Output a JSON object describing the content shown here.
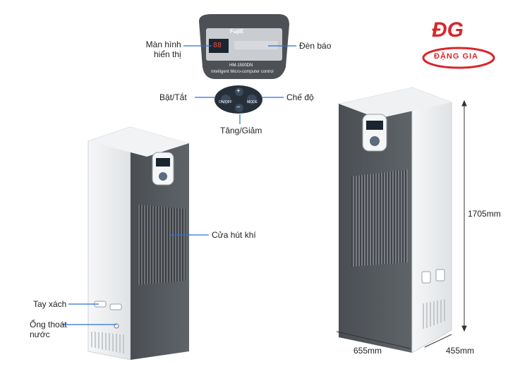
{
  "brand": {
    "logo_letters": "ĐG",
    "logo_name": "ĐẶNG GIA",
    "accent_color": "#d8262b"
  },
  "control_panel": {
    "panel_brand": "FujiE",
    "model": "HM-1500DN",
    "caption": "Intelligent Micro-computer control",
    "display_digits": "88",
    "buttons": {
      "onoff": "ON/OFF",
      "mode": "MODE",
      "plus": "+",
      "minus": "−"
    }
  },
  "labels": {
    "display": [
      "Màn hình",
      "hiển thị"
    ],
    "indicator": "Đèn báo",
    "power": "Bật/Tắt",
    "mode": "Chế độ",
    "adjust": "Tăng/Giảm",
    "air_intake": "Cửa hút khí",
    "handle": "Tay xách",
    "drain": [
      "Ống thoát",
      "nước"
    ]
  },
  "dimensions": {
    "height": "1705mm",
    "width": "655mm",
    "depth": "455mm"
  },
  "colors": {
    "body_gray": "#55595e",
    "side_white": "#eef0f2",
    "label_line": "#2a6fd6"
  }
}
